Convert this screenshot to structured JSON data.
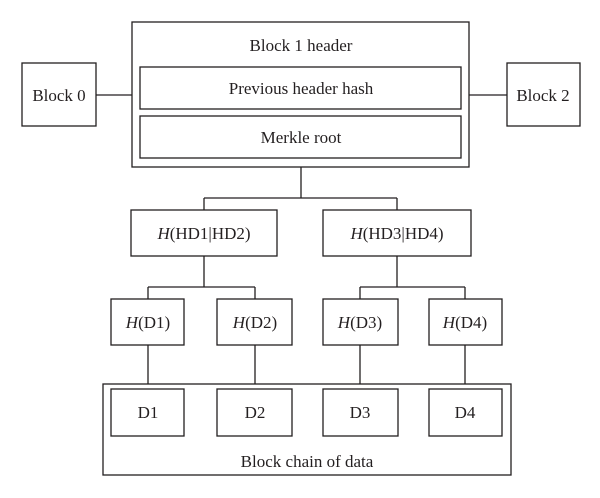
{
  "header": {
    "title": "Block 1 header",
    "previous_hash": "Previous header hash",
    "merkle_root": "Merkle root"
  },
  "neighbors": {
    "left": "Block 0",
    "right": "Block 2"
  },
  "level1": [
    {
      "fn": "H",
      "arg": "(HD1|HD2)"
    },
    {
      "fn": "H",
      "arg": "(HD3|HD4)"
    }
  ],
  "level2": [
    {
      "fn": "H",
      "arg": "(D1)"
    },
    {
      "fn": "H",
      "arg": "(D2)"
    },
    {
      "fn": "H",
      "arg": "(D3)"
    },
    {
      "fn": "H",
      "arg": "(D4)"
    }
  ],
  "data_blocks": [
    "D1",
    "D2",
    "D3",
    "D4"
  ],
  "container_label": "Block chain of data"
}
